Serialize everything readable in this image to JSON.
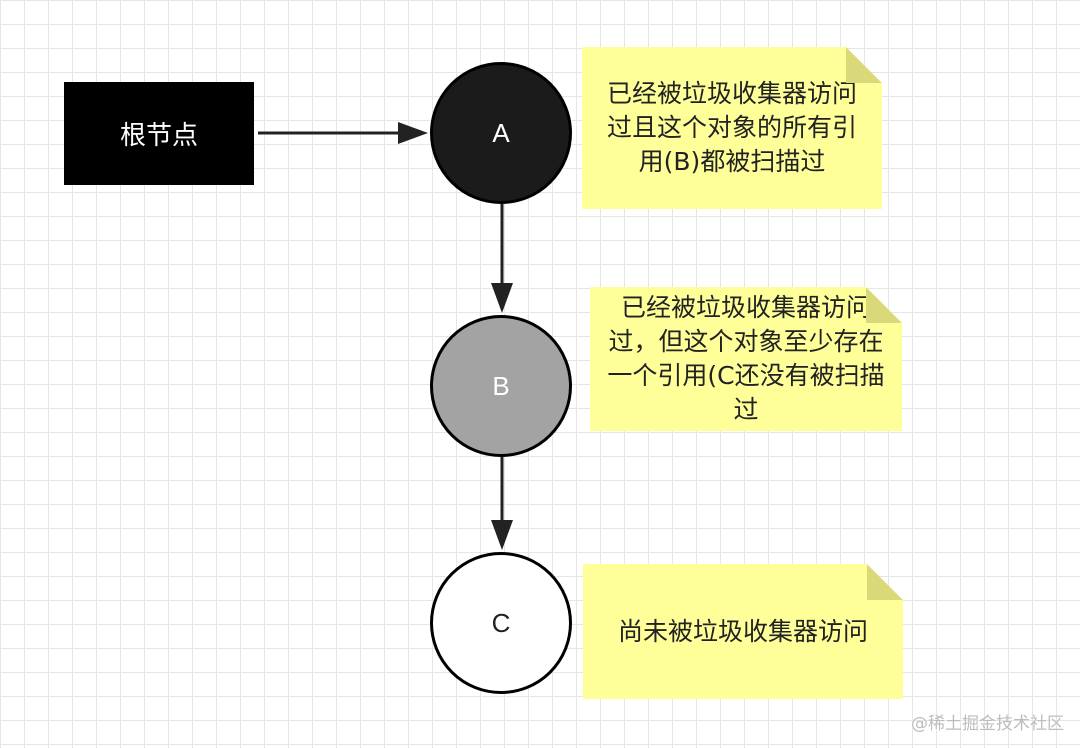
{
  "root_node": {
    "label": "根节点",
    "color": "#000000"
  },
  "nodes": [
    {
      "id": "A",
      "label": "A",
      "fill": "#1b1b1b"
    },
    {
      "id": "B",
      "label": "B",
      "fill": "#a3a3a3"
    },
    {
      "id": "C",
      "label": "C",
      "fill": "#ffffff"
    }
  ],
  "notes": [
    {
      "text": "已经被垃圾收集器访问过且这个对象的所有引用(B)都被扫描过"
    },
    {
      "text": "已经被垃圾收集器访问过，但这个对象至少存在一个引用(C还没有被扫描过"
    },
    {
      "text": "尚未被垃圾收集器访问"
    }
  ],
  "note_color": "#ffff99",
  "edges": [
    {
      "from": "根节点",
      "to": "A"
    },
    {
      "from": "A",
      "to": "B"
    },
    {
      "from": "B",
      "to": "C"
    }
  ],
  "watermark": "@稀土掘金技术社区"
}
